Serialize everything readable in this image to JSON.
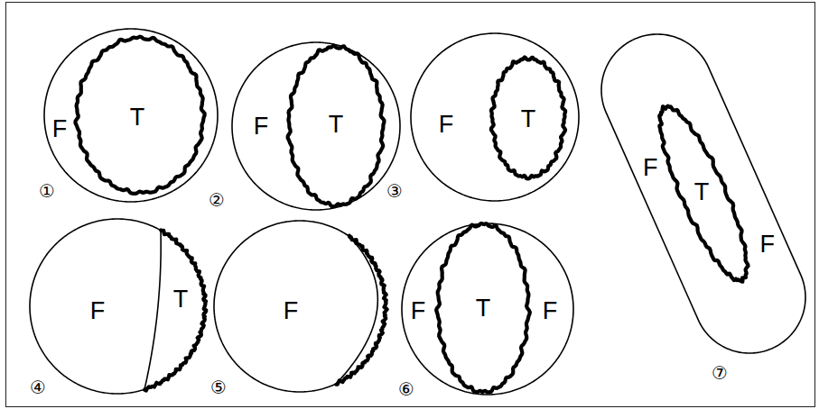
{
  "diagram": {
    "nodes": [
      {
        "text": [
          "F"
        ]
      },
      {
        "text": [
          "T"
        ],
        "in": 0
      },
      {
        "text": [
          "F"
        ]
      },
      {
        "text": [
          "T"
        ],
        "in": 2
      },
      {
        "text": [
          "F"
        ]
      },
      {
        "text": [
          "T"
        ],
        "in": 4
      },
      {
        "text": [
          "F"
        ]
      },
      {
        "text": [
          "T"
        ],
        "in": 6
      },
      {
        "text": [
          "F"
        ]
      },
      {
        "text": [
          "F",
          "F"
        ]
      },
      {
        "text": [
          "T"
        ],
        "in": 9
      },
      {
        "text": [
          "F",
          "F"
        ]
      },
      {
        "text": [
          "T"
        ],
        "in": 11
      }
    ],
    "labels": [
      "①",
      "②",
      "③",
      "④",
      "⑤",
      "⑥",
      "⑦"
    ]
  }
}
